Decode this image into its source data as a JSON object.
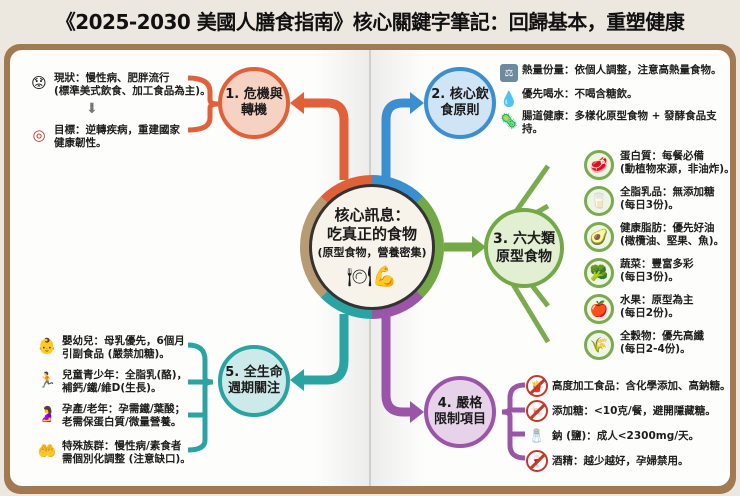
{
  "title": "《2025-2030 美國人膳食指南》核心關鍵字筆記：回歸基本，重塑健康",
  "center": {
    "line1": "核心訊息：",
    "line2": "吃真正的食物",
    "line3": "(原型食物，營養密集)",
    "icons": [
      "plate-icon",
      "muscle-icon"
    ]
  },
  "colors": {
    "crisis": "#e0603a",
    "principles": "#3b8fd0",
    "foods": "#72a846",
    "limits": "#9b55a8",
    "lifecycle": "#2aa3a3",
    "book_cover": "#a27a52"
  },
  "nodes": {
    "crisis": {
      "line1": "1. 危機與",
      "line2": "轉機"
    },
    "principles": {
      "line1": "2. 核心飲",
      "line2": "食原則"
    },
    "foods": {
      "line1": "3. 六大類",
      "line2": "原型食物"
    },
    "limits": {
      "line1": "4. 嚴格",
      "line2": "限制項目"
    },
    "lifecycle": {
      "line1": "5. 全生命",
      "line2": "週期關注"
    }
  },
  "crisis_items": [
    {
      "icon": "stressed-person-icon",
      "line1": "現狀：慢性病、肥胖流行",
      "line2": "(標準美式飲食、加工食品為主)。"
    },
    {
      "icon": "target-icon",
      "line1": "目標：逆轉疾病，重建國家",
      "line2": "健康韌性。"
    }
  ],
  "principle_items": [
    {
      "icon": "scale-icon",
      "line1": "熱量份量：依個人調整，注意高熱量食物。",
      "line2": ""
    },
    {
      "icon": "water-drop-icon",
      "line1": "優先喝水：不喝含糖飲。",
      "line2": ""
    },
    {
      "icon": "gut-bacteria-icon",
      "line1": "腸道健康：多樣化原型食物 + 發酵食品支",
      "line2": "持。"
    }
  ],
  "food_items": [
    {
      "icon": "meat-egg-icon",
      "glyph": "🥩",
      "line1": "蛋白質：每餐必備",
      "line2": "(動植物來源，非油炸)。"
    },
    {
      "icon": "dairy-icon",
      "glyph": "🥛",
      "line1": "全脂乳品：無添加糖",
      "line2": "(每日3份)。"
    },
    {
      "icon": "avocado-oil-icon",
      "glyph": "🥑",
      "line1": "健康脂肪：優先好油",
      "line2": "(橄欖油、堅果、魚)。"
    },
    {
      "icon": "vegetable-icon",
      "glyph": "🥦",
      "line1": "蔬菜：豐富多彩",
      "line2": "(每日3份)。"
    },
    {
      "icon": "fruit-icon",
      "glyph": "🍎",
      "line1": "水果：原型為主",
      "line2": "(每日2份)。"
    },
    {
      "icon": "grain-icon",
      "glyph": "🌾",
      "line1": "全穀物：優先高纖",
      "line2": "(每日2-4份)。"
    }
  ],
  "limit_items": [
    {
      "icon": "no-processed-food-icon",
      "text": "高度加工食品：含化學添加、高鈉糖。"
    },
    {
      "icon": "no-sugar-icon",
      "text": "添加糖：<10克/餐，避開隱藏糖。"
    },
    {
      "icon": "salt-shaker-icon",
      "text": "鈉 (鹽)：成人<2300mg/天。"
    },
    {
      "icon": "no-alcohol-icon",
      "text": "酒精：越少越好，孕婦禁用。"
    }
  ],
  "lifecycle_items": [
    {
      "icon": "baby-icon",
      "glyph": "👶",
      "line1": "嬰幼兒：母乳優先，6個月",
      "line2": "引副食品 (嚴禁加糖)。"
    },
    {
      "icon": "running-child-icon",
      "glyph": "🏃",
      "line1": "兒童青少年：全脂乳(酪)，",
      "line2": "補鈣/鐵/維D(生長)。"
    },
    {
      "icon": "pregnant-icon",
      "glyph": "🤰",
      "line1": "孕產/老年：孕需鐵/葉酸；",
      "line2": "老需保蛋白質/微量營養。"
    },
    {
      "icon": "care-hands-icon",
      "glyph": "🤲",
      "line1": "特殊族群：慢性病/素食者",
      "line2": "需個別化調整 (注意缺口)。"
    }
  ]
}
